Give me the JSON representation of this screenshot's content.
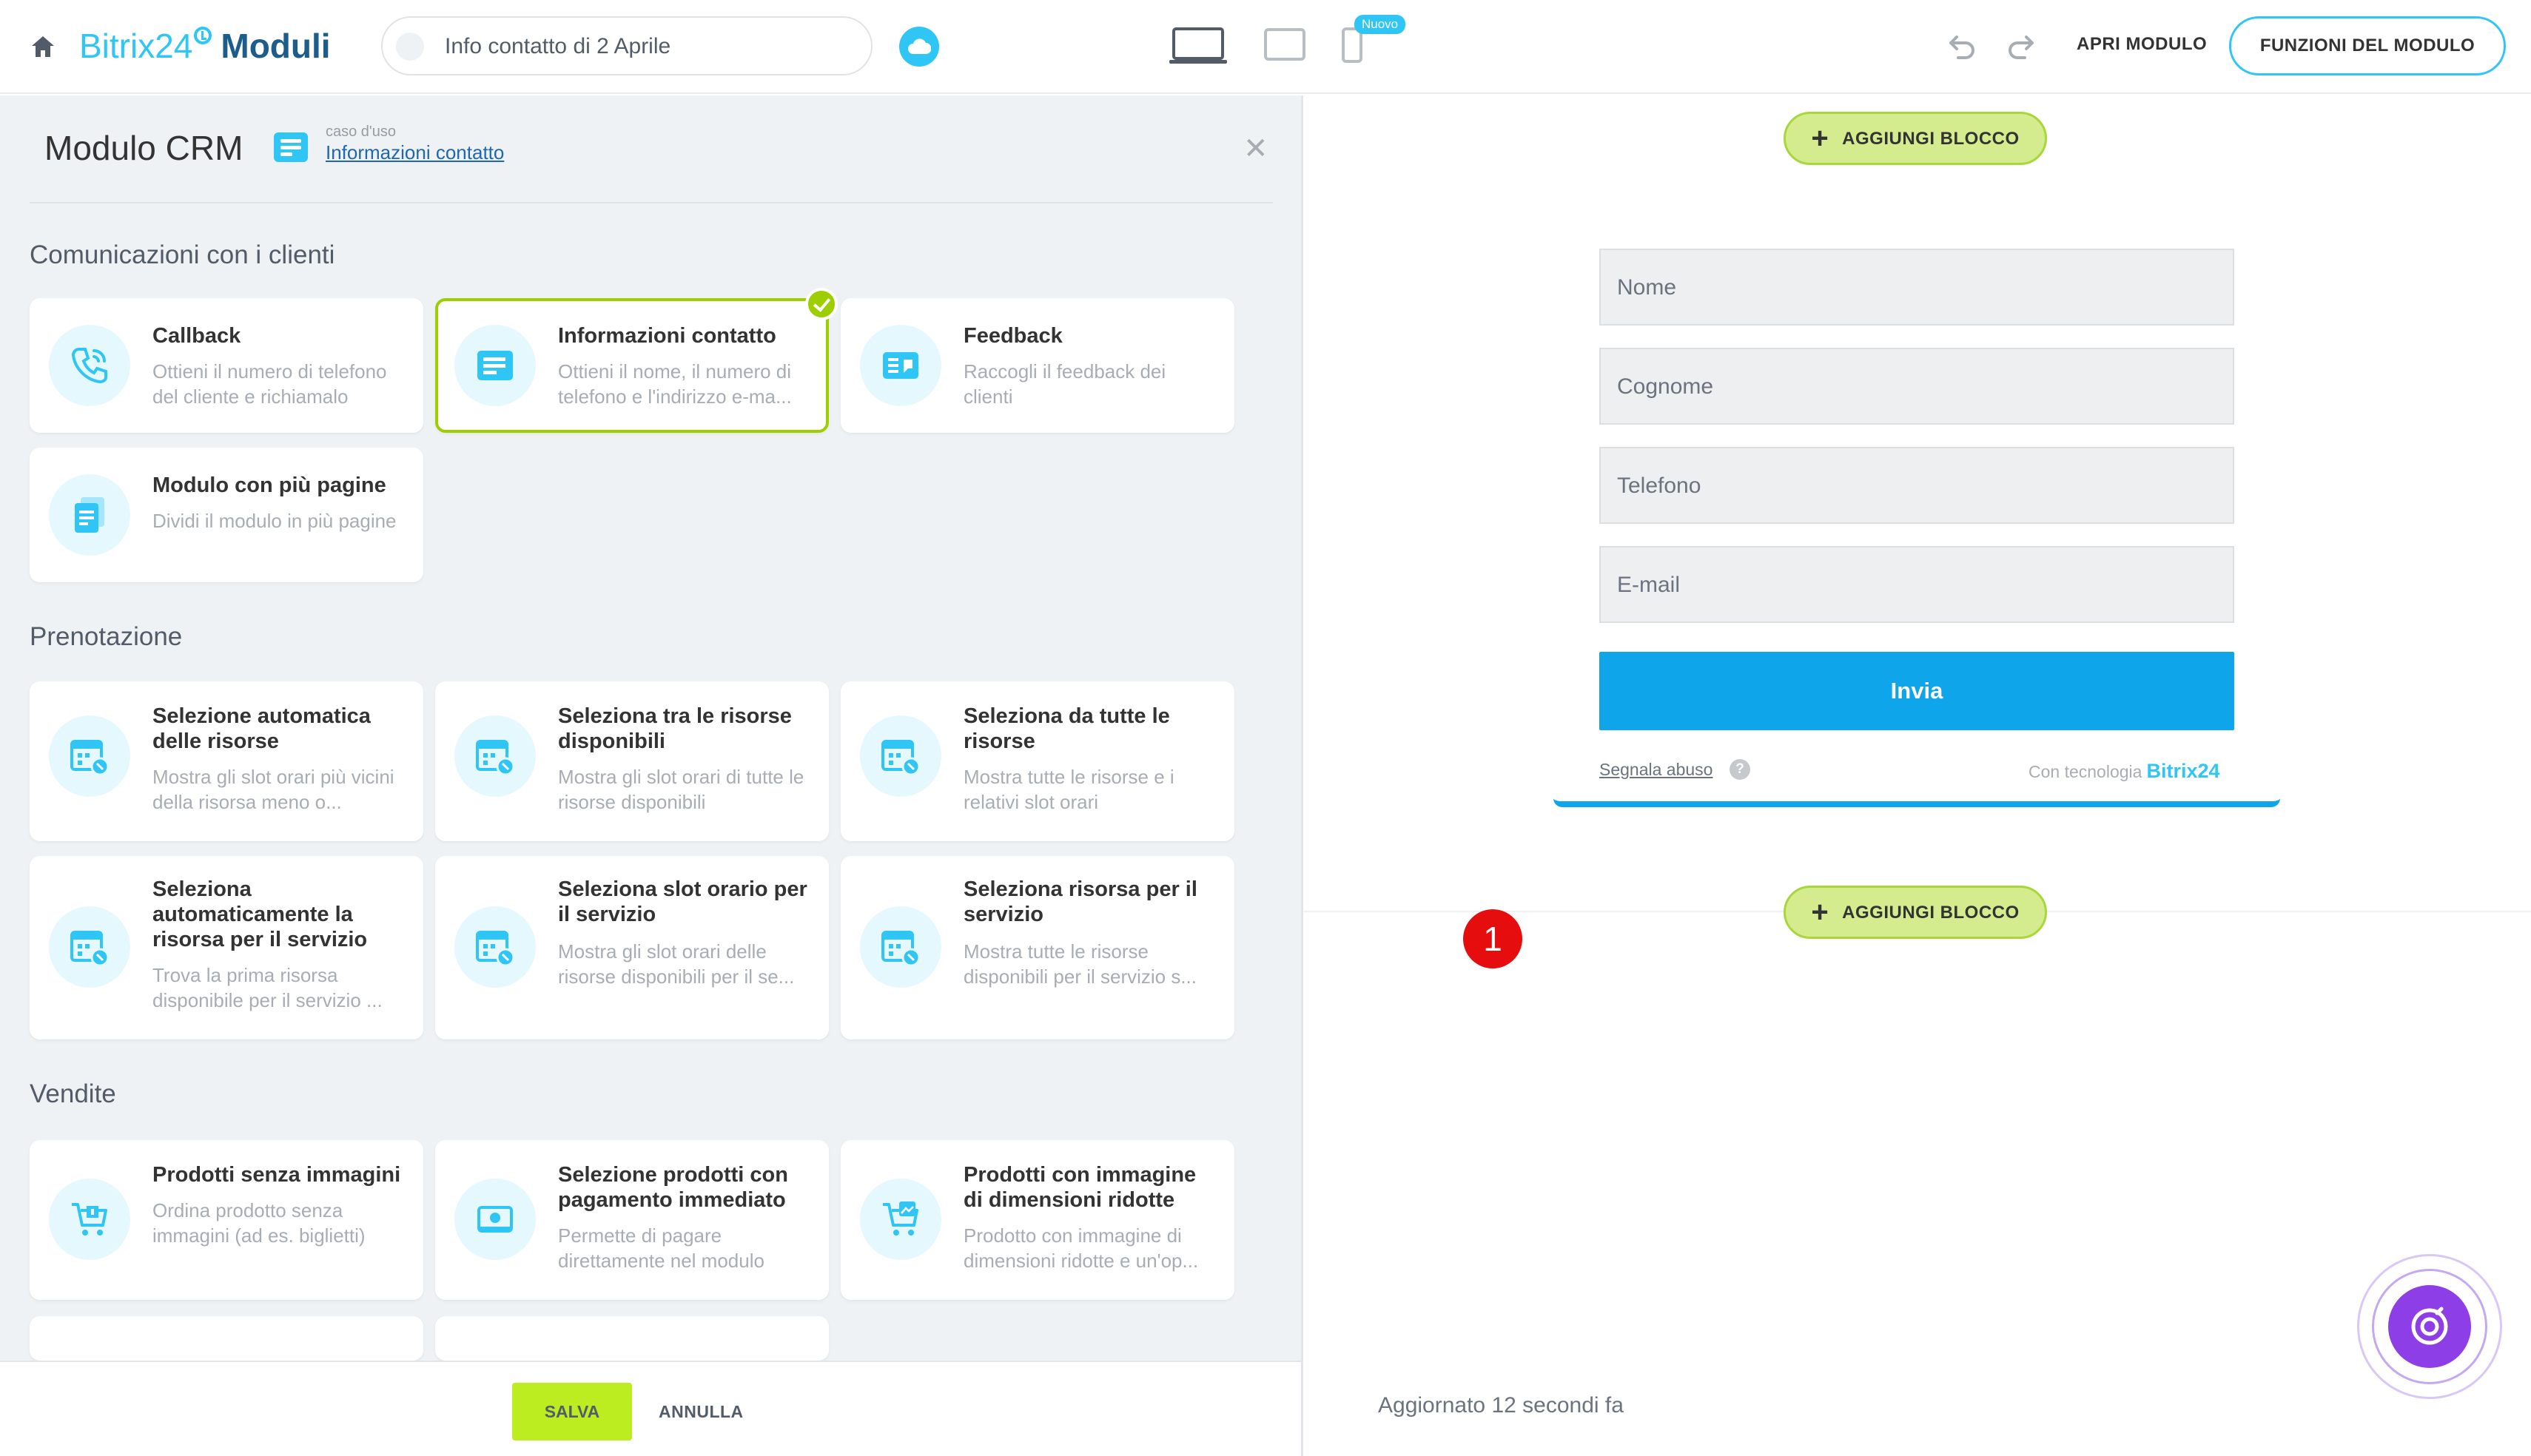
{
  "header": {
    "brand": "Bitrix24",
    "section": "Moduli",
    "form_title_value": "Info contatto di 2 Aprile",
    "new_badge": "Nuovo",
    "open_form": "APRI MODULO",
    "form_functions": "FUNZIONI DEL MODULO"
  },
  "panel": {
    "title": "Modulo CRM",
    "use_case_label": "caso d'uso",
    "use_case_link": "Informazioni contatto",
    "sections": [
      {
        "title": "Comunicazioni con i clienti",
        "cards": [
          {
            "title": "Callback",
            "desc": "Ottieni il numero di telefono del cliente e richiamalo",
            "icon": "phone-icon"
          },
          {
            "title": "Informazioni contatto",
            "desc": "Ottieni il nome, il numero di telefono e l'indirizzo e-ma...",
            "icon": "contact-form-icon",
            "selected": true
          },
          {
            "title": "Feedback",
            "desc": "Raccogli il feedback dei clienti",
            "icon": "feedback-icon"
          },
          {
            "title": "Modulo con più pagine",
            "desc": "Dividi il modulo in più pagine",
            "icon": "multipage-icon"
          }
        ]
      },
      {
        "title": "Prenotazione",
        "cards": [
          {
            "title": "Selezione automatica delle risorse",
            "desc": "Mostra gli slot orari più vicini della risorsa meno o...",
            "icon": "calendar-icon"
          },
          {
            "title": "Seleziona tra le risorse disponibili",
            "desc": "Mostra gli slot orari di tutte le risorse disponibili",
            "icon": "calendar-icon"
          },
          {
            "title": "Seleziona da tutte le risorse",
            "desc": "Mostra tutte le risorse e i relativi slot orari",
            "icon": "calendar-icon"
          },
          {
            "title": "Seleziona automaticamente la risorsa per il servizio",
            "desc": "Trova la prima risorsa disponibile per il servizio ...",
            "icon": "calendar-icon"
          },
          {
            "title": "Seleziona slot orario per il servizio",
            "desc": "Mostra gli slot orari delle risorse disponibili per il se...",
            "icon": "calendar-icon"
          },
          {
            "title": "Seleziona risorsa per il servizio",
            "desc": "Mostra tutte le risorse disponibili per il servizio s...",
            "icon": "calendar-icon"
          }
        ]
      },
      {
        "title": "Vendite",
        "cards": [
          {
            "title": "Prodotti senza immagini",
            "desc": "Ordina prodotto senza immagini (ad es. biglietti)",
            "icon": "cart-icon"
          },
          {
            "title": "Selezione prodotti con pagamento immediato",
            "desc": "Permette di pagare direttamente nel modulo",
            "icon": "payment-icon"
          },
          {
            "title": "Prodotti con immagine di dimensioni ridotte",
            "desc": "Prodotto con immagine di dimensioni ridotte e un'op...",
            "icon": "cart-image-icon"
          }
        ]
      }
    ]
  },
  "footer": {
    "save": "SALVA",
    "cancel": "ANNULLA"
  },
  "preview": {
    "add_block": "AGGIUNGI BLOCCO",
    "fields": [
      "Nome",
      "Cognome",
      "Telefono",
      "E-mail"
    ],
    "submit": "Invia",
    "report_abuse": "Segnala abuso",
    "help": "?",
    "powered_by": "Con tecnologia",
    "powered_brand": "Bitrix24",
    "marker": "1",
    "updated": "Aggiornato 12 secondi fa"
  },
  "colors": {
    "accent": "#2fc6f6",
    "submit": "#0ea5eb",
    "save": "#bbed21",
    "selected_border": "#9dcf00",
    "marker": "#e50d0d",
    "copilot": "#8e3ee6"
  }
}
